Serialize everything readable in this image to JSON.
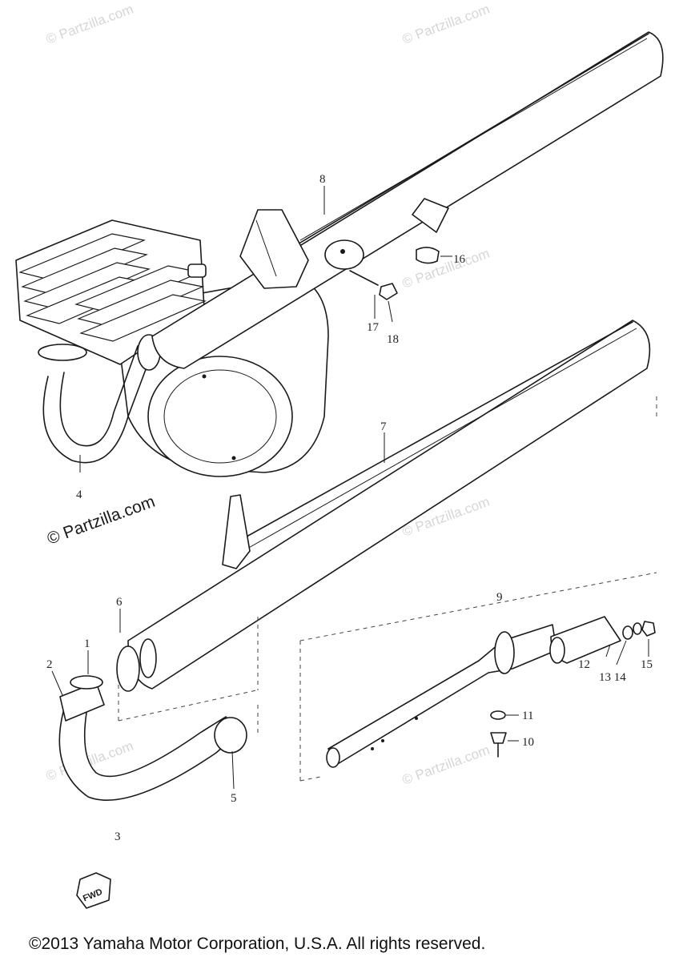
{
  "copyright": "©2013 Yamaha Motor Corporation, U.S.A. All rights reserved.",
  "watermark": "© Partzilla.com",
  "fwd_mark": "FWD",
  "part_numbers": {
    "p1": "1",
    "p2": "2",
    "p3": "3",
    "p4": "4",
    "p5": "5",
    "p6": "6",
    "p7": "7",
    "p8": "8",
    "p9": "9",
    "p10": "10",
    "p11": "11",
    "p12": "12",
    "p13_14": "13 14",
    "p15": "15",
    "p16": "16",
    "p17": "17",
    "p18": "18"
  }
}
